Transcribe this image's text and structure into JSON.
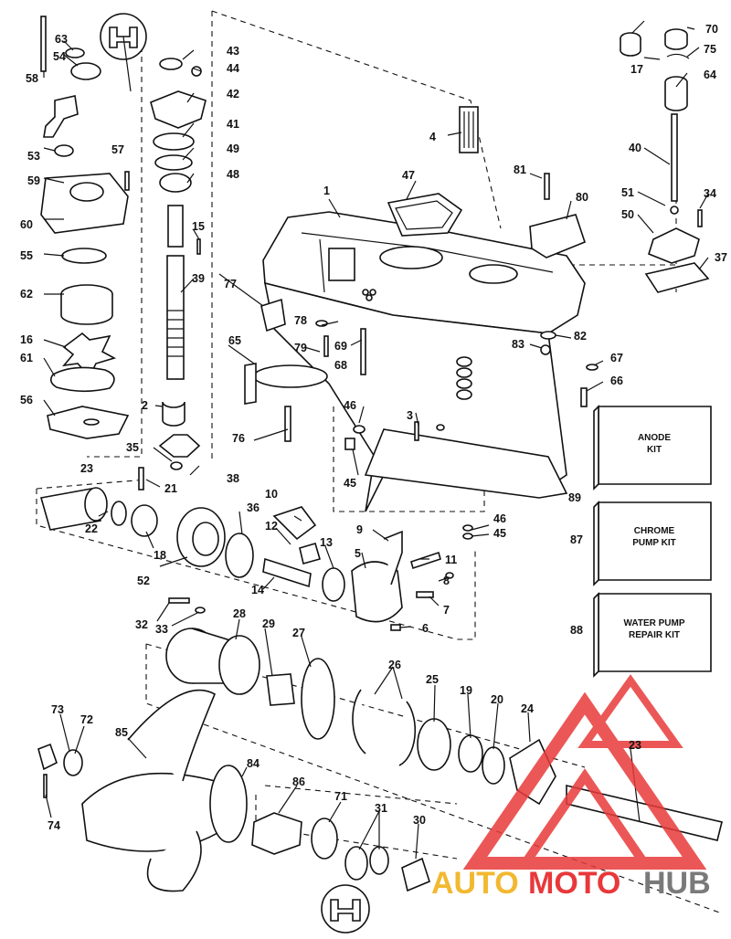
{
  "callouts": {
    "c1": "1",
    "c2": "2",
    "c3": "3",
    "c4": "4",
    "c5": "5",
    "c6": "6",
    "c7": "7",
    "c8": "8",
    "c9": "9",
    "c10": "10",
    "c11": "11",
    "c12": "12",
    "c13": "13",
    "c14": "14",
    "c15": "15",
    "c16": "16",
    "c17": "17",
    "c18": "18",
    "c19": "19",
    "c20": "20",
    "c21": "21",
    "c22": "22",
    "c23a": "23",
    "c23b": "23",
    "c24": "24",
    "c25": "25",
    "c26": "26",
    "c27": "27",
    "c28": "28",
    "c29": "29",
    "c30": "30",
    "c31": "31",
    "c32": "32",
    "c33": "33",
    "c34": "34",
    "c35": "35",
    "c36": "36",
    "c37": "37",
    "c38": "38",
    "c39": "39",
    "c40": "40",
    "c41": "41",
    "c42": "42",
    "c43": "43",
    "c44": "44",
    "c45a": "45",
    "c45b": "45",
    "c46a": "46",
    "c46b": "46",
    "c47": "47",
    "c48": "48",
    "c49": "49",
    "c50": "50",
    "c51": "51",
    "c52": "52",
    "c53": "53",
    "c54": "54",
    "c55": "55",
    "c56": "56",
    "c57": "57",
    "c58": "58",
    "c59": "59",
    "c60": "60",
    "c61": "61",
    "c62": "62",
    "c63": "63",
    "c64": "64",
    "c65": "65",
    "c66": "66",
    "c67": "67",
    "c68": "68",
    "c69": "69",
    "c70": "70",
    "c71": "71",
    "c72": "72",
    "c73": "73",
    "c74": "74",
    "c75": "75",
    "c76": "76",
    "c77": "77",
    "c78": "78",
    "c79": "79",
    "c80": "80",
    "c81": "81",
    "c82": "82",
    "c83": "83",
    "c84": "84",
    "c85": "85",
    "c86": "86",
    "c87": "87",
    "c88": "88",
    "c89": "89"
  },
  "kits": {
    "anode": {
      "line1": "ANODE",
      "line2": "KIT",
      "ref": "89"
    },
    "chrome": {
      "line1": "CHROME",
      "line2": "PUMP KIT",
      "ref": "87"
    },
    "water": {
      "line1": "WATER PUMP",
      "line2": "REPAIR KIT",
      "ref": "88"
    }
  },
  "watermark": {
    "part1": "AUTO",
    "part2": "MOTO",
    "part3": "HUB",
    "color_auto": "#f2b830",
    "color_moto": "#e8383a",
    "color_hub": "#7a7a7a",
    "logo_color": "#e83a3a"
  }
}
